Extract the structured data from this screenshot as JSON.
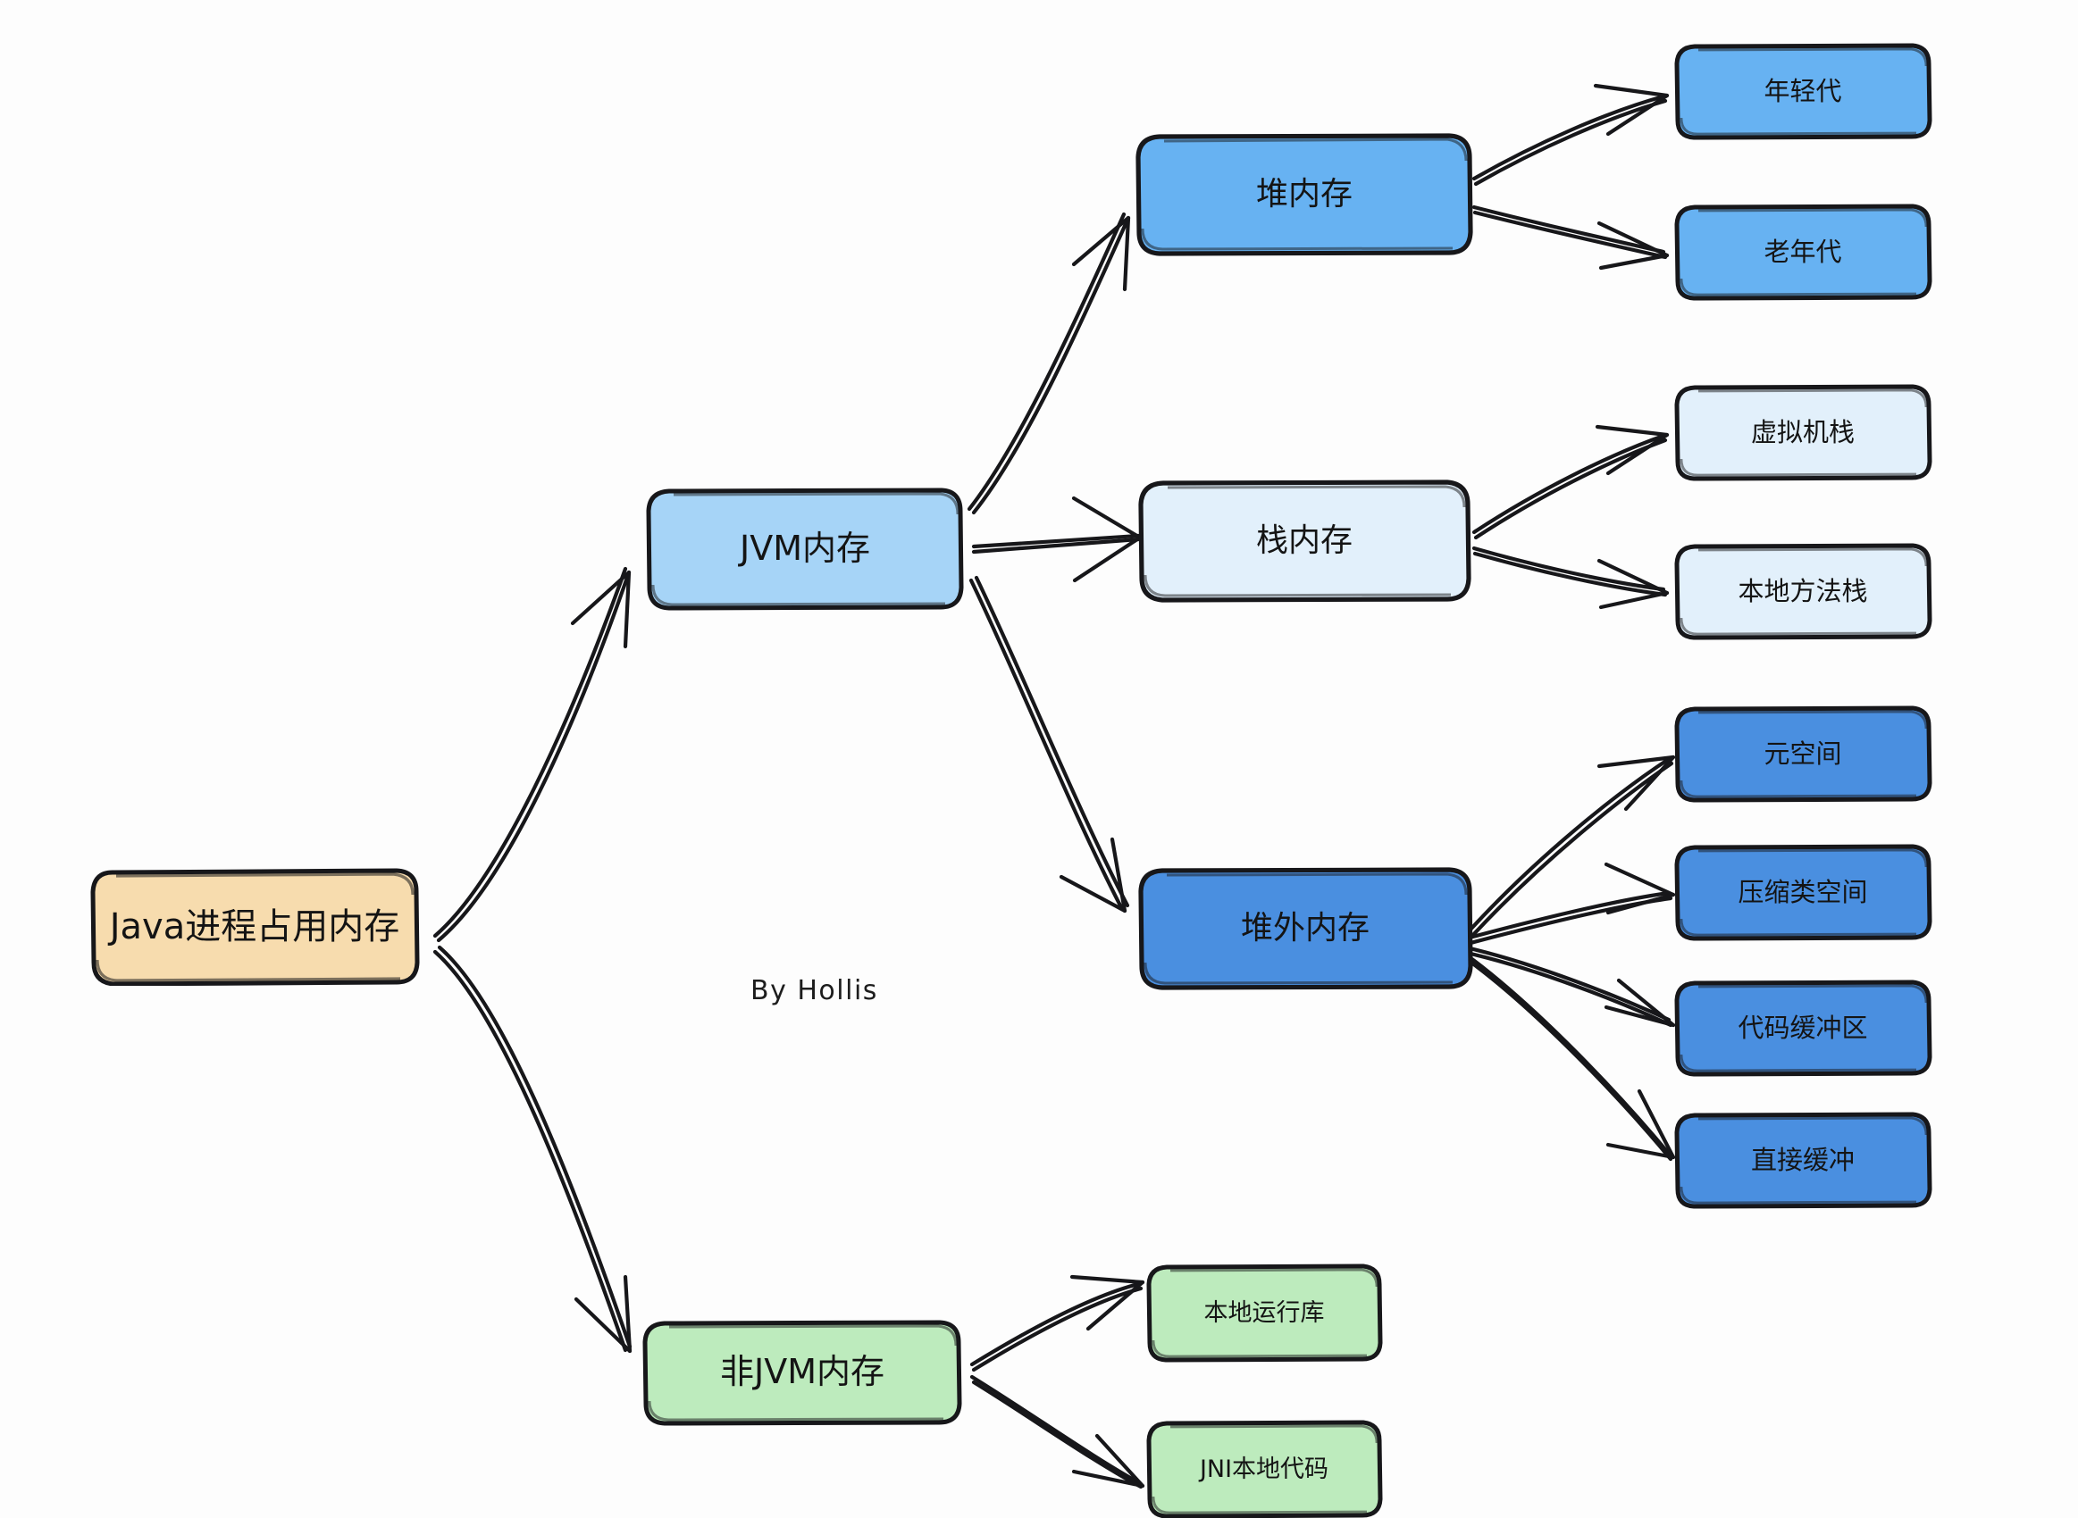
{
  "diagram": {
    "title": "Java进程占用内存",
    "watermark": "By Hollis",
    "colors": {
      "root_fill": "#f7dcae",
      "jvm_fill": "#a6d4f7",
      "heap_fill": "#67b2f2",
      "stack_fill": "#e2f0fb",
      "offheap_fill": "#4a8fe0",
      "nonjvm_fill": "#bdebbd",
      "stroke": "#17171a",
      "text": "#141414"
    },
    "nodes": {
      "root": {
        "label": "Java进程占用内存",
        "fill": "#f7dcae"
      },
      "jvm": {
        "label": "JVM内存",
        "fill": "#a6d4f7"
      },
      "nonjvm": {
        "label": "非JVM内存",
        "fill": "#bdebbd"
      },
      "heap": {
        "label": "堆内存",
        "fill": "#67b2f2"
      },
      "stack": {
        "label": "栈内存",
        "fill": "#e2f0fb"
      },
      "offheap": {
        "label": "堆外内存",
        "fill": "#4a8fe0"
      },
      "young_gen": {
        "label": "年轻代",
        "fill": "#67b2f2"
      },
      "old_gen": {
        "label": "老年代",
        "fill": "#67b2f2"
      },
      "vm_stack": {
        "label": "虚拟机栈",
        "fill": "#e2f0fb"
      },
      "native_method_stack": {
        "label": "本地方法栈",
        "fill": "#e2f0fb"
      },
      "metaspace": {
        "label": "元空间",
        "fill": "#4a8fe0"
      },
      "compressed_class_space": {
        "label": "压缩类空间",
        "fill": "#4a8fe0"
      },
      "code_cache": {
        "label": "代码缓冲区",
        "fill": "#4a8fe0"
      },
      "direct_buffer": {
        "label": "直接缓冲",
        "fill": "#4a8fe0"
      },
      "native_runtime_lib": {
        "label": "本地运行库",
        "fill": "#bdebbd"
      },
      "jni_native_code": {
        "label": "JNI本地代码",
        "fill": "#bdebbd"
      }
    },
    "edges": [
      {
        "from": "root",
        "to": "jvm"
      },
      {
        "from": "root",
        "to": "nonjvm"
      },
      {
        "from": "jvm",
        "to": "heap"
      },
      {
        "from": "jvm",
        "to": "stack"
      },
      {
        "from": "jvm",
        "to": "offheap"
      },
      {
        "from": "heap",
        "to": "young_gen"
      },
      {
        "from": "heap",
        "to": "old_gen"
      },
      {
        "from": "stack",
        "to": "vm_stack"
      },
      {
        "from": "stack",
        "to": "native_method_stack"
      },
      {
        "from": "offheap",
        "to": "metaspace"
      },
      {
        "from": "offheap",
        "to": "compressed_class_space"
      },
      {
        "from": "offheap",
        "to": "code_cache"
      },
      {
        "from": "offheap",
        "to": "direct_buffer"
      },
      {
        "from": "nonjvm",
        "to": "native_runtime_lib"
      },
      {
        "from": "nonjvm",
        "to": "jni_native_code"
      }
    ]
  }
}
